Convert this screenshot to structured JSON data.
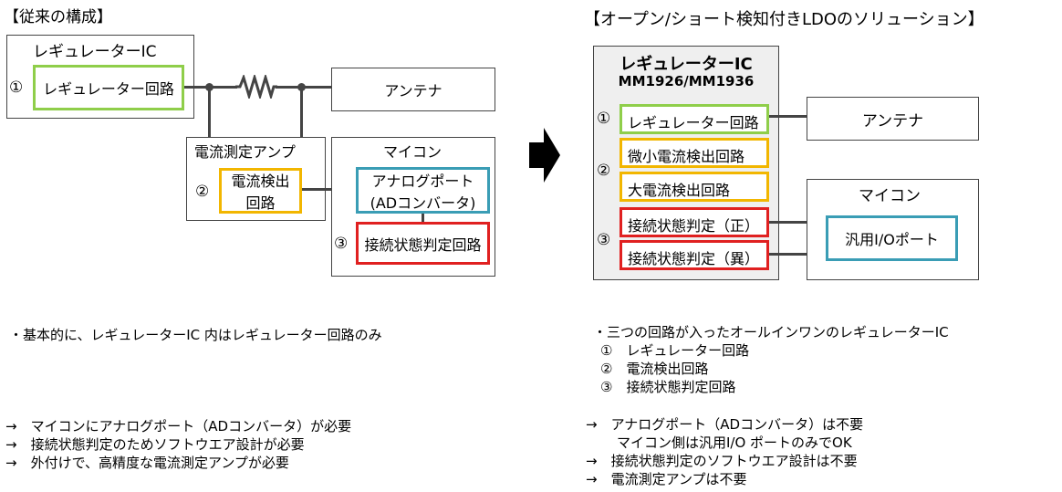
{
  "left": {
    "heading": "【従来の構成】",
    "regulator_ic": "レギュレーターIC",
    "num1": "①",
    "regulator_circuit": "レギュレーター回路",
    "antenna": "アンテナ",
    "amp": "電流測定アンプ",
    "num2": "②",
    "current_detect_1": "電流検出",
    "current_detect_2": "回路",
    "mcu": "マイコン",
    "analog_port_1": "アナログポート",
    "analog_port_2": "(ADコンバータ)",
    "num3": "③",
    "judge": "接続状態判定回路",
    "note1": "・基本的に、レギュレーターIC 内はレギュレーター回路のみ",
    "note2": "→　マイコンにアナログポート（ADコンバータ）が必要",
    "note3": "→　接続状態判定のためソフトウエア設計が必要",
    "note4": "→　外付けで、高精度な電流測定アンプが必要"
  },
  "right": {
    "heading": "【オープン/ショート検知付きLDOのソリューション】",
    "regulator_ic": "レギュレーターIC",
    "model": "MM1926/MM1936",
    "num1": "①",
    "regulator_circuit": "レギュレーター回路",
    "micro_current": "微小電流検出回路",
    "num2": "②",
    "large_current": "大電流検出回路",
    "num3": "③",
    "judge_normal": "接続状態判定（正）",
    "judge_abnormal": "接続状態判定（異）",
    "antenna": "アンテナ",
    "mcu": "マイコン",
    "gpio": "汎用I/Oポート",
    "note1": "・三つの回路が入ったオールインワンのレギュレーターIC",
    "note2": "①　レギュレーター回路",
    "note3": "②　電流検出回路",
    "note4": "③　接続状態判定回路",
    "note5": "→　アナログポート（ADコンバータ）は不要",
    "note6": "マイコン側は汎用I/O ポートのみでOK",
    "note7": "→　接続状態判定のソフトウエア設計は不要",
    "note8": "→　電流測定アンプは不要"
  },
  "colors": {
    "green": "#8fce4a",
    "yellow": "#f2b600",
    "blue": "#3a9db5",
    "red": "#e02020",
    "ic_fill": "#efefef"
  },
  "icons": [
    "resistor-icon",
    "arrow-right-icon"
  ]
}
